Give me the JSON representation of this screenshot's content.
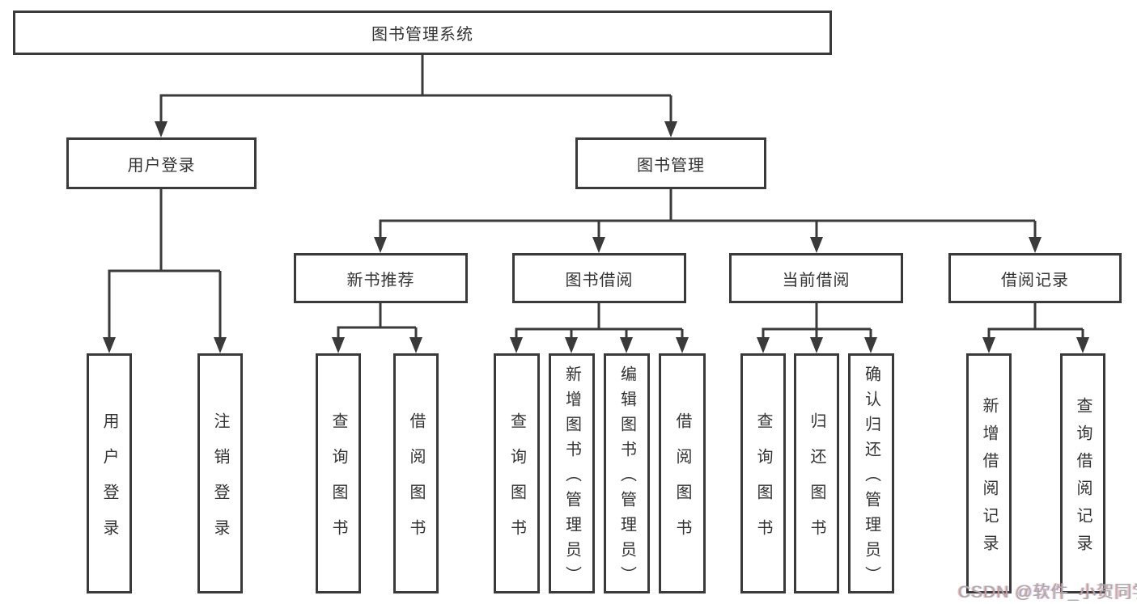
{
  "diagram": {
    "title": "图书管理系统",
    "tree": {
      "root": {
        "label": "图书管理系统"
      },
      "branches": [
        {
          "label": "用户登录",
          "children": [
            {
              "label": "用户登录"
            },
            {
              "label": "注销登录"
            }
          ]
        },
        {
          "label": "图书管理",
          "children": [
            {
              "label": "新书推荐",
              "children": [
                {
                  "label": "查询图书"
                },
                {
                  "label": "借阅图书"
                }
              ]
            },
            {
              "label": "图书借阅",
              "children": [
                {
                  "label": "查询图书"
                },
                {
                  "label": "新增图书（管理员）"
                },
                {
                  "label": "编辑图书（管理员）"
                },
                {
                  "label": "借阅图书"
                }
              ]
            },
            {
              "label": "当前借阅",
              "children": [
                {
                  "label": "查询图书"
                },
                {
                  "label": "归还图书"
                },
                {
                  "label": "确认归还（管理员）"
                }
              ]
            },
            {
              "label": "借阅记录",
              "children": [
                {
                  "label": "新增借阅记录"
                },
                {
                  "label": "查询借阅记录"
                }
              ]
            }
          ]
        }
      ]
    },
    "colors": {
      "line": "#3a3a3a",
      "text": "#333333",
      "background": "#ffffff",
      "watermark": "#a9a9a9"
    }
  },
  "watermark": {
    "text": "CSDN @软件_小贺同学"
  }
}
